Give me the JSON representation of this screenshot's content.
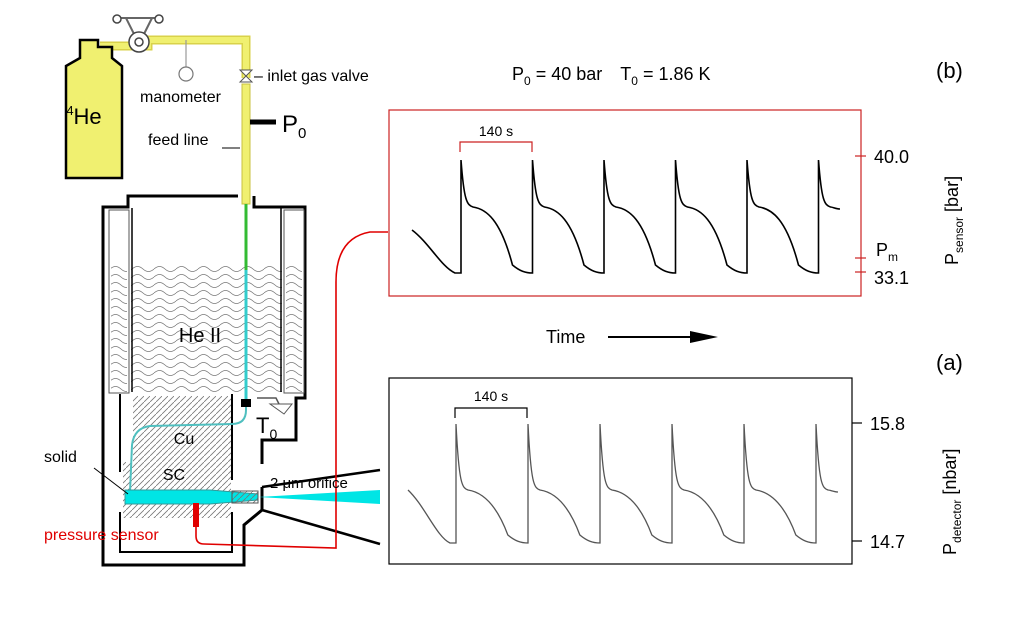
{
  "apparatus": {
    "cylinder_label": "He",
    "cylinder_superscript": "4",
    "manometer": "manometer",
    "inlet_valve": "– inlet gas valve",
    "feed_line": "feed line",
    "p0_symbol": "P",
    "p0_sub": "0",
    "bath": "He II",
    "cu": "Cu",
    "sc": "SC",
    "t0_symbol": "T",
    "t0_sub": "0",
    "solid": "solid",
    "orifice": "2 μm orifice",
    "pressure_sensor": "pressure sensor"
  },
  "conditions": {
    "p_sym": "P",
    "p_sub": "0",
    "p_val": " = 40 bar",
    "t_sym": "T",
    "t_sub": "0",
    "t_val": " = 1.86 K"
  },
  "panel_b": {
    "label": "(b)",
    "period": "140 s",
    "tick_top": "40.0",
    "tick_pm_sym": "P",
    "tick_pm_sub": "m",
    "tick_bottom": "33.1",
    "ylabel_sym": "P",
    "ylabel_sub": "sensor",
    "ylabel_unit": " [bar]"
  },
  "time_label": "Time",
  "panel_a": {
    "label": "(a)",
    "period": "140 s",
    "tick_top": "15.8",
    "tick_bottom": "14.7",
    "ylabel_sym": "P",
    "ylabel_sub": "detector",
    "ylabel_unit": " [nbar]"
  },
  "chart_data": [
    {
      "type": "line",
      "panel": "b",
      "period_s": 140,
      "y_ticks": [
        40.0,
        33.1
      ],
      "marked_level": "P_m",
      "series_color": "#000000"
    },
    {
      "type": "line",
      "panel": "a",
      "period_s": 140,
      "y_ticks": [
        15.8,
        14.7
      ],
      "series_color": "#555555"
    }
  ],
  "colors": {
    "gas": "#f0f070",
    "cylinder": "#f0f070",
    "beam": "#00e5e5",
    "tube": "#4fbfbf",
    "sensor": "#e00000",
    "panel_b_border": "#cc2222"
  }
}
